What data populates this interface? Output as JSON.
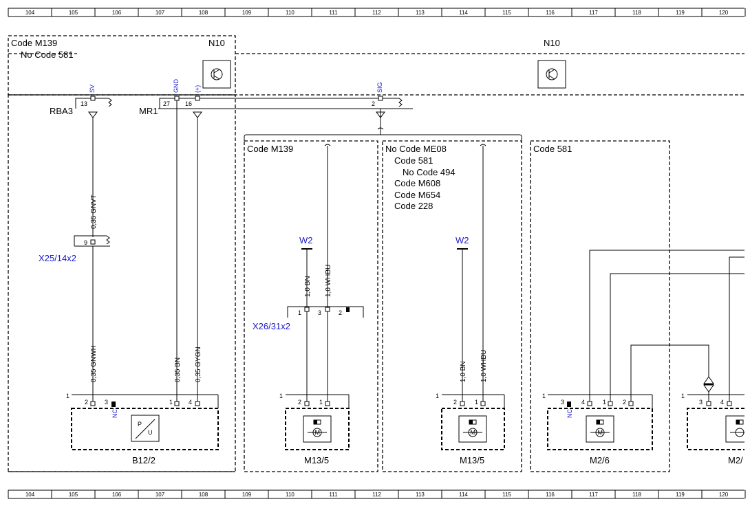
{
  "column_numbers": [
    "104",
    "105",
    "106",
    "107",
    "108",
    "109",
    "110",
    "111",
    "112",
    "113",
    "114",
    "115",
    "116",
    "117",
    "118",
    "119",
    "120"
  ],
  "blocks": {
    "n10_left": {
      "code": "Code M139",
      "name": "N10",
      "no_code": "No Code 581"
    },
    "n10_right": {
      "name": "N10"
    },
    "code_m139": {
      "title": "Code M139"
    },
    "no_code_me08": {
      "lines": [
        "No Code ME08",
        "Code 581",
        "No Code 494",
        "Code M608",
        "Code M654",
        "Code 228"
      ]
    },
    "code_581": {
      "title": "Code 581"
    }
  },
  "signals": {
    "sv": "SV",
    "gnd": "GND",
    "plus": "(+)",
    "sig": "SIG",
    "nc": "NC"
  },
  "connectors": {
    "rba3": {
      "name": "RBA3",
      "pin": "13"
    },
    "mr1": {
      "name": "MR1",
      "pin_a": "27",
      "pin_b": "16"
    },
    "sig_pin": "2",
    "x25": {
      "name": "X25/14x2",
      "pin": "9"
    },
    "x26": {
      "name": "X26/31x2",
      "pins": [
        "1",
        "3",
        "2"
      ]
    },
    "w2": "W2"
  },
  "wires": {
    "gnvt": "0,35 GNVT",
    "gnwh": "0,35 GNWH",
    "bn035": "0,35 BN",
    "gygn": "0,35 GYGN",
    "bn10": "1,0 BN",
    "whbu10": "1,0 WHBU"
  },
  "components": {
    "b12_2": {
      "label": "B12/2",
      "pins": [
        "2",
        "3",
        "1",
        "4"
      ],
      "ref": "1",
      "symbol_p": "P",
      "symbol_u": "U"
    },
    "m13_5_a": {
      "label": "M13/5",
      "pins": [
        "2",
        "1"
      ],
      "ref": "1"
    },
    "m13_5_b": {
      "label": "M13/5",
      "pins": [
        "2",
        "1"
      ],
      "ref": "1"
    },
    "m2_6": {
      "label": "M2/6",
      "pins": [
        "3",
        "4",
        "1",
        "2"
      ],
      "ref": "1"
    },
    "m2_partial": {
      "label": "M2/",
      "pins": [
        "3",
        "4"
      ],
      "ref": "1"
    }
  },
  "motor_symbol": "M"
}
